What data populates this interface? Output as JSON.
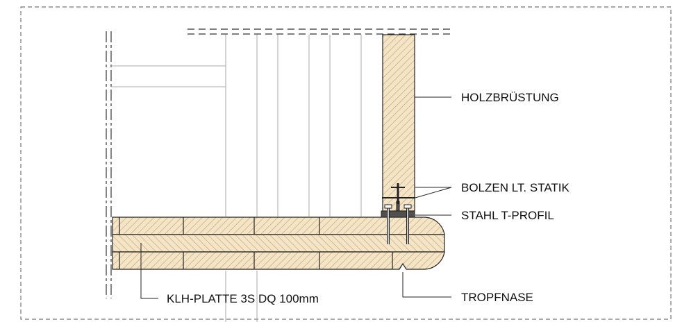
{
  "labels": {
    "railing": "HOLZBRÜSTUNG",
    "bolts": "BOLZEN LT. STATIK",
    "steel_profile": "STAHL T-PROFIL",
    "clt_slab": "KLH-PLATTE 3S DQ 100mm",
    "drip_edge": "TROPFNASE"
  },
  "colors": {
    "wood_fill": "#f4e4c8",
    "hatch": "#c9a468",
    "line": "#222222",
    "steel": "#505050"
  }
}
